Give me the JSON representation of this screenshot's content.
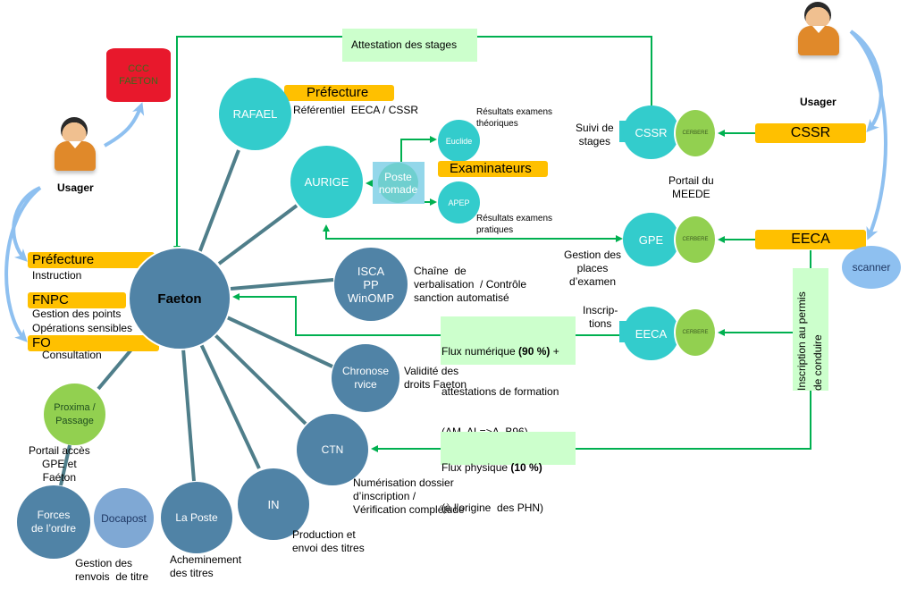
{
  "colors": {
    "teal": "#33cccc",
    "steel_blue": "#5083a6",
    "cerbere_green": "#92d050",
    "band_orange": "#ffc000",
    "flow_green": "#00b050",
    "note_green": "#ccffcc",
    "user_arrow_blue": "#8ec0f0",
    "ccc_red": "#e8182c",
    "connector": "#4f7e8a"
  },
  "ccc": {
    "label": "CCC\nFAETON"
  },
  "users": {
    "left": {
      "label": "Usager"
    },
    "right": {
      "label": "Usager"
    }
  },
  "left_bands": [
    {
      "title": "Préfecture",
      "desc": "Instruction"
    },
    {
      "title": "FNPC",
      "desc": "Gestion des points\nOpérations sensibles"
    },
    {
      "title": "FO",
      "desc": "Consultation"
    }
  ],
  "hub": {
    "label": "Faeton"
  },
  "nodes": {
    "rafael": {
      "label": "RAFAEL",
      "band": "Préfecture",
      "desc": "Référentiel  EECA / CSSR"
    },
    "aurige": {
      "label": "AURIGE"
    },
    "poste_nomade": {
      "label": "Poste\nnomade"
    },
    "euclide": {
      "label": "Euclide",
      "desc": "Résultats examens\nthéoriques"
    },
    "examinateurs": {
      "band": "Examinateurs"
    },
    "apep": {
      "label": "APEP",
      "desc": "Résultats examens\npratiques"
    },
    "isca": {
      "label": "ISCA\nPP\nWinOMP",
      "desc": "Chaîne  de\nverbalisation  / Contrôle\nsanction automatisé"
    },
    "chronoservice": {
      "label": "Chronose\nrvice",
      "desc": "Validité des\ndroits Faeton"
    },
    "ctn": {
      "label": "CTN",
      "desc": "Numérisation dossier\nd’inscription /\nVérification complétude"
    },
    "in": {
      "label": "IN",
      "desc": "Production et\nenvoi des titres"
    },
    "la_poste": {
      "label": "La Poste",
      "desc": "Acheminement\ndes titres"
    },
    "docapost": {
      "label": "Docapost",
      "desc": "Gestion des\nrenvois  de titre"
    },
    "forces": {
      "label": "Forces\nde l’ordre"
    },
    "proxima": {
      "label": "Proxima /\nPassage",
      "desc": "Portail accès\nGPE et\nFaéton"
    }
  },
  "portal": {
    "title": "Portail du\nMEEDE",
    "cssr": {
      "label": "CSSR",
      "cerbere": "CERBERE",
      "desc": "Suivi de\nstages"
    },
    "gpe": {
      "label": "GPE",
      "cerbere": "CERBERE",
      "desc": "Gestion des\nplaces\nd’examen"
    },
    "eeca": {
      "label": "EECA",
      "cerbere": "CERBERE",
      "desc": "Inscrip-\ntions"
    }
  },
  "right_bands": {
    "cssr": "CSSR",
    "eeca": "EECA"
  },
  "scanner": {
    "label": "scanner"
  },
  "flows": {
    "attestation": "Attestation des stages",
    "numerique": {
      "line1_pre": "Flux numérique ",
      "line1_bold": "(90 %)",
      "line1_post": " +",
      "line2": "attestations de formation",
      "line3": "(AM, AL=>A, B96)"
    },
    "physique": {
      "line1_pre": "Flux physique ",
      "line1_bold": "(10 %)",
      "line2": "(à l’origine  des PHN)"
    },
    "inscription": "Inscription au permis\nde conduire"
  }
}
